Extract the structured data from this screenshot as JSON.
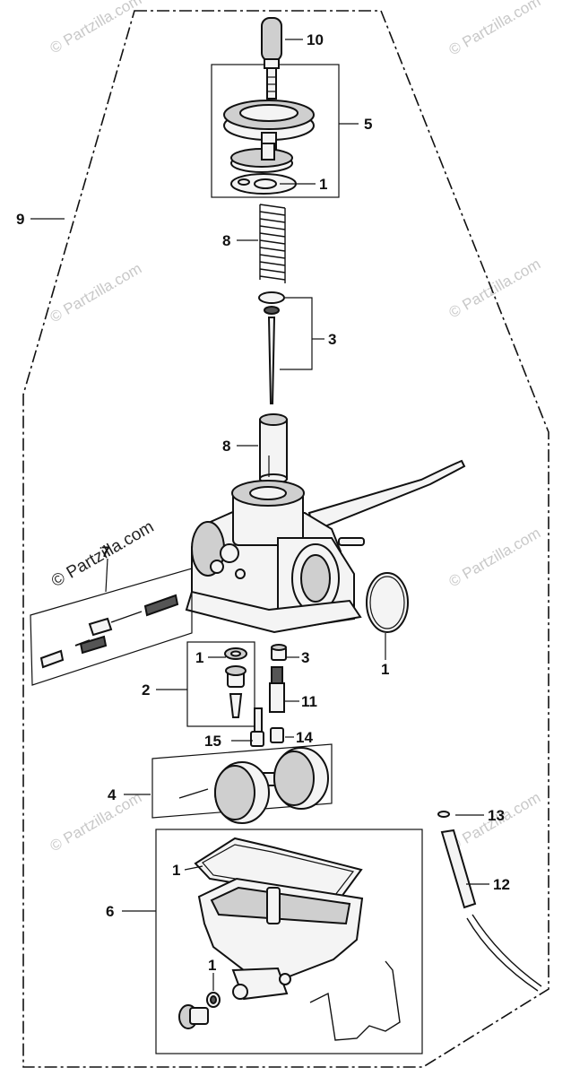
{
  "watermark": {
    "text": "© Partzilla.com",
    "color": "#c8c8c8"
  },
  "callouts": [
    {
      "id": "c10",
      "label": "10",
      "part": "cable-adjuster-cap"
    },
    {
      "id": "c5",
      "label": "5",
      "part": "top-cap-set"
    },
    {
      "id": "c1a",
      "label": "1",
      "part": "top-gasket"
    },
    {
      "id": "c9",
      "label": "9",
      "part": "carburetor-assembly"
    },
    {
      "id": "c8a",
      "label": "8",
      "part": "throttle-spring"
    },
    {
      "id": "c3a",
      "label": "3",
      "part": "jet-needle-set"
    },
    {
      "id": "c8b",
      "label": "8",
      "part": "throttle-valve"
    },
    {
      "id": "c7",
      "label": "7",
      "part": "air-screw-set"
    },
    {
      "id": "c1b",
      "label": "1",
      "part": "o-ring"
    },
    {
      "id": "c1c",
      "label": "1",
      "part": "float-valve-washer"
    },
    {
      "id": "c3b",
      "label": "3",
      "part": "slow-jet"
    },
    {
      "id": "c2",
      "label": "2",
      "part": "float-valve-set"
    },
    {
      "id": "c11",
      "label": "11",
      "part": "needle-jet"
    },
    {
      "id": "c15",
      "label": "15",
      "part": "main-jet-holder"
    },
    {
      "id": "c14",
      "label": "14",
      "part": "main-jet"
    },
    {
      "id": "c4",
      "label": "4",
      "part": "float-set"
    },
    {
      "id": "c13",
      "label": "13",
      "part": "tube-clip"
    },
    {
      "id": "c1d",
      "label": "1",
      "part": "float-chamber-gasket"
    },
    {
      "id": "c12",
      "label": "12",
      "part": "drain-tube"
    },
    {
      "id": "c6",
      "label": "6",
      "part": "float-chamber-set"
    },
    {
      "id": "c1e",
      "label": "1",
      "part": "drain-screw-washer"
    }
  ]
}
